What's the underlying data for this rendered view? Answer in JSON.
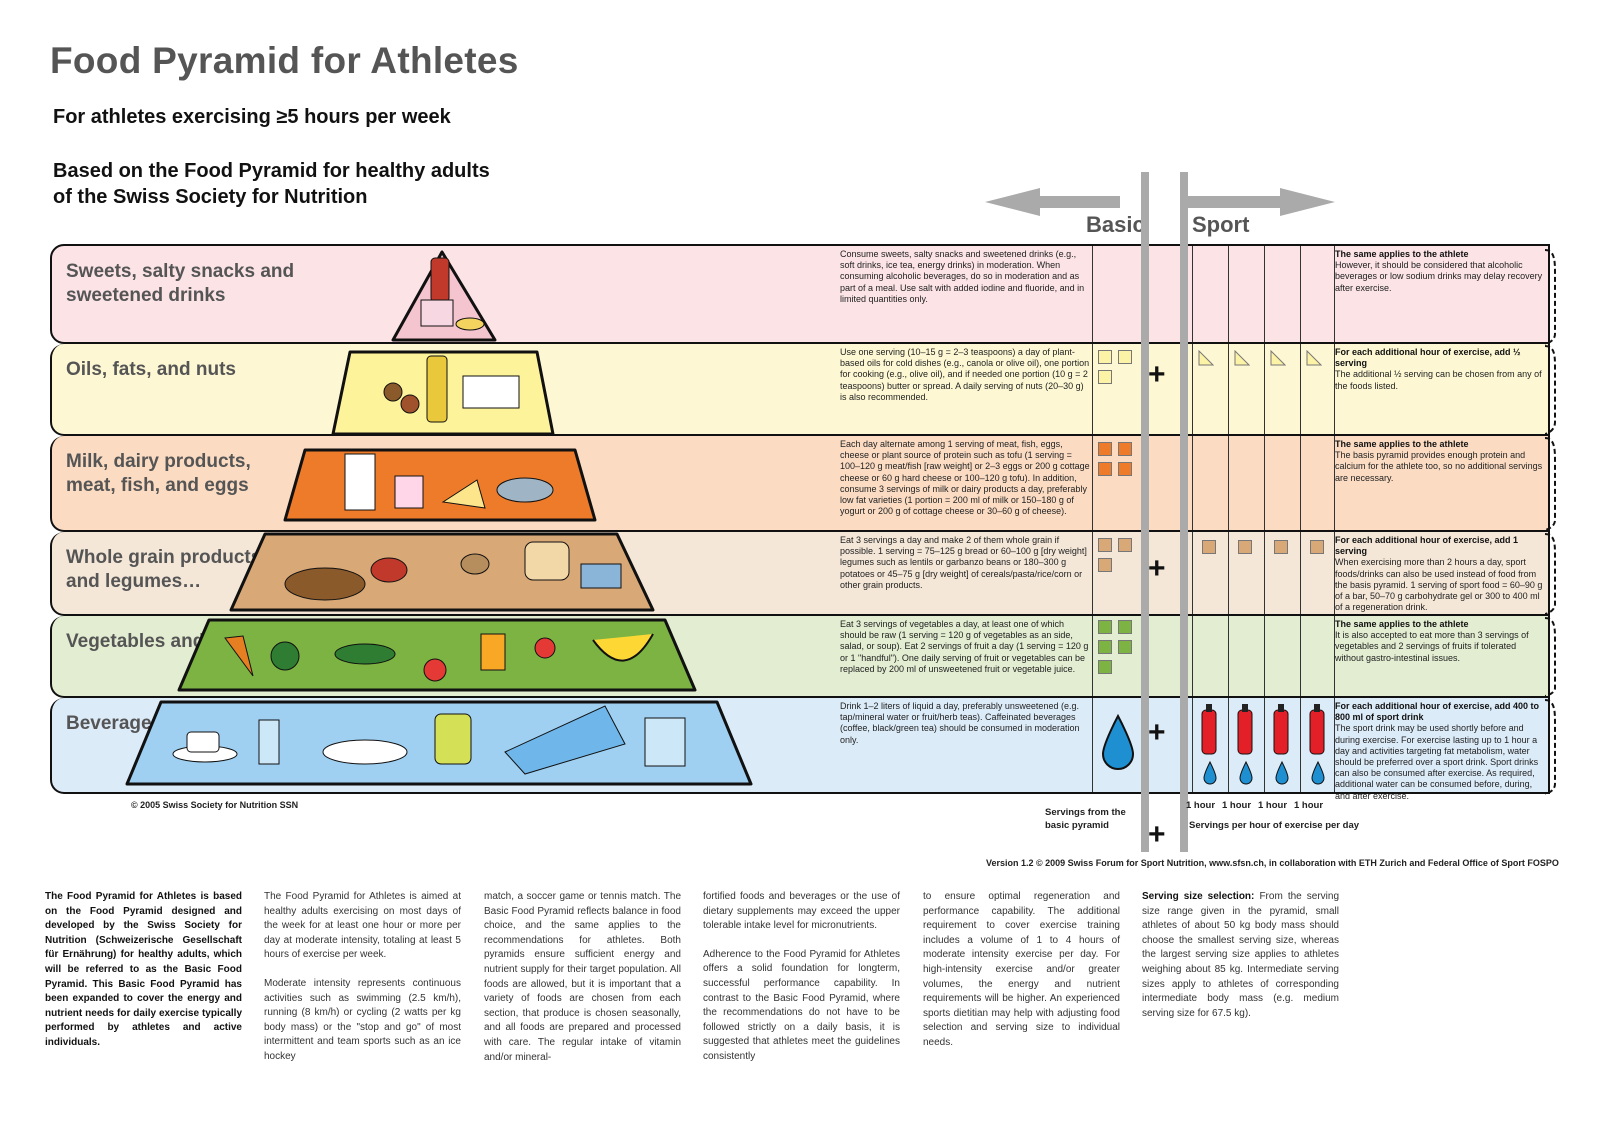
{
  "title": "Food Pyramid for Athletes",
  "subtitle1": "For athletes exercising ≥5 hours per week",
  "subtitle2": "Based on the Food Pyramid for healthy adults of the Swiss Society for Nutrition",
  "header_basic": "Basic",
  "header_sport": "Sport",
  "rows": [
    {
      "label": "Sweets, salty snacks and sweetened drinks",
      "color": "#fbe3e6",
      "basic_text": "Consume sweets, salty snacks and sweetened drinks (e.g., soft drinks, ice tea, energy drinks) in moderation. When consuming alcoholic beverages, do so in moderation and as part of a meal. Use salt with added iodine and fluoride, and in limited quantities only.",
      "sport_title": "The same applies to the athlete",
      "sport_text": "However, it should be considered that alcoholic beverages or low sodium drinks may delay recovery after exercise."
    },
    {
      "label": "Oils, fats, and nuts",
      "color": "#fdf8d3",
      "basic_text": "Use one serving (10–15 g = 2–3 teaspoons) a day of plant-based oils for cold dishes (e.g., canola or olive oil), one portion for cooking (e.g., olive oil), and if needed one portion (10 g = 2 teaspoons) butter or spread. A daily serving of nuts (20–30 g) is also recommended.",
      "sport_title": "For each additional hour of exercise, add ½ serving",
      "sport_text": "The additional ½ serving can be chosen from any of the foods listed."
    },
    {
      "label": "Milk, dairy products, meat, fish, and eggs",
      "color": "#fbdcc3",
      "basic_text": "Each day alternate among 1 serving of meat, fish, eggs, cheese or plant source of protein such as tofu (1 serving = 100–120 g meat/fish [raw weight] or 2–3 eggs or 200 g cottage cheese or 60 g hard cheese or 100–120 g tofu). In addition, consume 3 servings of milk or dairy products a day, preferably low fat varieties (1 portion = 200 ml of milk or 150–180 g of yogurt or 200 g of cottage cheese or 30–60 g of cheese).",
      "sport_title": "The same applies to the athlete",
      "sport_text": "The basis pyramid provides enough protein and calcium for the athlete too, so no additional servings are necessary."
    },
    {
      "label": "Whole grain products and legumes…",
      "color": "#f4e7d8",
      "basic_text": "Eat 3 servings a day and make 2 of them whole grain if possible. 1 serving = 75–125 g bread or 60–100 g [dry weight] legumes such as lentils or garbanzo beans or 180–300 g potatoes or 45–75 g [dry weight] of cereals/pasta/rice/corn or other grain products.",
      "sport_title": "For each additional hour of exercise, add 1 serving",
      "sport_text": "When exercising more than 2 hours a day, sport foods/drinks can also be used instead of food from the basis pyramid. 1 serving of sport food = 60–90 g of a bar, 50–70 g carbohydrate gel or 300 to 400 ml of a regeneration drink."
    },
    {
      "label": "Vegetables and Fruit",
      "color": "#e3edd1",
      "basic_text": "Eat 3 servings of vegetables a day, at least one of which should be raw (1 serving = 120 g of vegetables as an side, salad, or soup). Eat 2 servings of fruit a day (1 serving = 120 g or 1 \"handful\"). One daily serving of fruit or vegetables can be replaced by 200 ml of unsweetened fruit or vegetable juice.",
      "sport_title": "The same applies to the athlete",
      "sport_text": "It is also accepted to eat more than 3 servings of vegetables and 2 servings of fruits if tolerated without gastro-intestinal issues."
    },
    {
      "label": "Beverages",
      "color": "#dcebf8",
      "basic_text": "Drink 1–2 liters of liquid a day, preferably unsweetened (e.g. tap/mineral water or fruit/herb teas). Caffeinated beverages (coffee, black/green tea) should be consumed in moderation only.",
      "sport_title": "For each additional hour of exercise, add 400 to 800 ml of sport drink",
      "sport_text": "The sport drink may be used shortly before and during exercise. For exercise lasting up to 1 hour a day and activities targeting fat metabolism, water should be preferred over a sport drink. Sport drinks can also be consumed after exercise. As required, additional water can be consumed before, during, and after exercise."
    }
  ],
  "plus_sign": "+",
  "copyright": "© 2005 Swiss Society for Nutrition SSN",
  "servings_basic": "Servings from the basic pyramid",
  "hour_label": "1 hour",
  "servings_sport": "Servings per hour of exercise per day",
  "version": "Version 1.2 © 2009 Swiss Forum for Sport Nutrition, www.sfsn.ch, in collaboration with ETH Zurich and Federal Office of Sport FOSPO",
  "columns": {
    "intro": "The Food Pyramid for Athletes is based on the Food Pyramid designed and developed by the Swiss Society for Nutrition (Schweizerische Gesellschaft für Ernährung) for healthy adults, which will be referred to as the Basic Food Pyramid. This Basic Food Pyramid has been expanded to cover the energy and nutrient needs for daily exercise typically performed by athletes and active individuals.",
    "c2a": "The Food Pyramid for Athletes is aimed at healthy adults exercising on most days of the week for at least one hour or more per day at moderate intensity, totaling at least 5 hours of exercise per week.",
    "c2b": "Moderate intensity represents continuous activities such as swimming (2.5 km/h), running (8 km/h) or cycling (2 watts per kg body mass) or the \"stop and go\" of most intermittent and team sports such as an ice hockey",
    "c3": "match, a soccer game or tennis match. The Basic Food Pyramid reflects balance in food choice, and the same applies to the recommendations for athletes. Both pyramids ensure sufficient energy and nutrient supply for their target population. All foods are allowed, but it is important that a variety of foods are chosen from each section, that produce is chosen seasonally, and all foods are prepared and processed with care. The regular intake of vitamin and/or mineral-",
    "c4a": "fortified foods and beverages or the use of dietary supplements may exceed the upper tolerable intake level for micronutrients.",
    "c4b": "Adherence to the Food Pyramid for Athletes offers a solid foundation for longterm, successful performance capability. In contrast to the Basic Food Pyramid, where the recommendations do not have to be followed strictly on a daily basis, it is suggested that athletes meet the guidelines consistently",
    "c5": "to ensure optimal regeneration and performance capability. The additional requirement to cover exercise training includes a volume of 1 to 4 hours of moderate intensity exercise per day. For high-intensity exercise and/or greater volumes, the energy and nutrient requirements will be higher. An experienced sports dietitian may help with adjusting food selection and serving size to individual needs.",
    "c6_lead": "Serving size selection:",
    "c6": "From the serving size range given in the pyramid, small athletes of about 50 kg body mass should choose the smallest serving size, whereas the largest serving size applies to athletes weighing about 85 kg. Intermediate serving sizes apply to athletes of corresponding intermediate body mass (e.g. medium serving size for 67.5 kg)."
  }
}
